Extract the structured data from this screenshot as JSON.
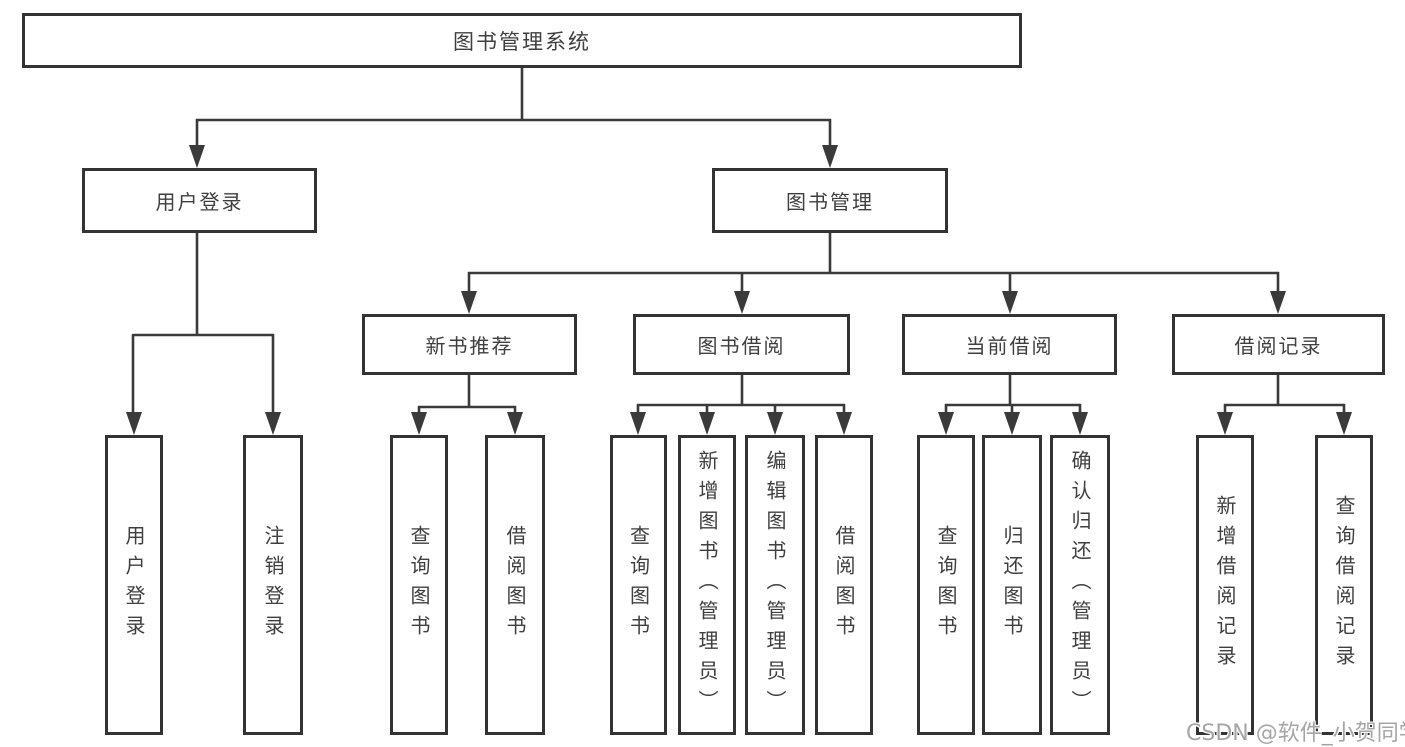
{
  "tree": {
    "label": "图书管理系统",
    "children": [
      {
        "label": "用户登录",
        "children": [
          {
            "label": "用户登录"
          },
          {
            "label": "注销登录"
          }
        ]
      },
      {
        "label": "图书管理",
        "children": [
          {
            "label": "新书推荐",
            "children": [
              {
                "label": "查询图书"
              },
              {
                "label": "借阅图书"
              }
            ]
          },
          {
            "label": "图书借阅",
            "children": [
              {
                "label": "查询图书"
              },
              {
                "label": "新增图书（管理员）"
              },
              {
                "label": "编辑图书（管理员）"
              },
              {
                "label": "借阅图书"
              }
            ]
          },
          {
            "label": "当前借阅",
            "children": [
              {
                "label": "查询图书"
              },
              {
                "label": "归还图书"
              },
              {
                "label": "确认归还（管理员）"
              }
            ]
          },
          {
            "label": "借阅记录",
            "children": [
              {
                "label": "新增借阅记录"
              },
              {
                "label": "查询借阅记录"
              }
            ]
          }
        ]
      }
    ]
  },
  "watermark": {
    "text": "CSDN @软件_小贺同学"
  },
  "colors": {
    "line": "#3a3a3a",
    "box-border": "#333333",
    "text": "#3f3f3f",
    "watermark": "#a6a6a6",
    "bg": "#ffffff"
  }
}
